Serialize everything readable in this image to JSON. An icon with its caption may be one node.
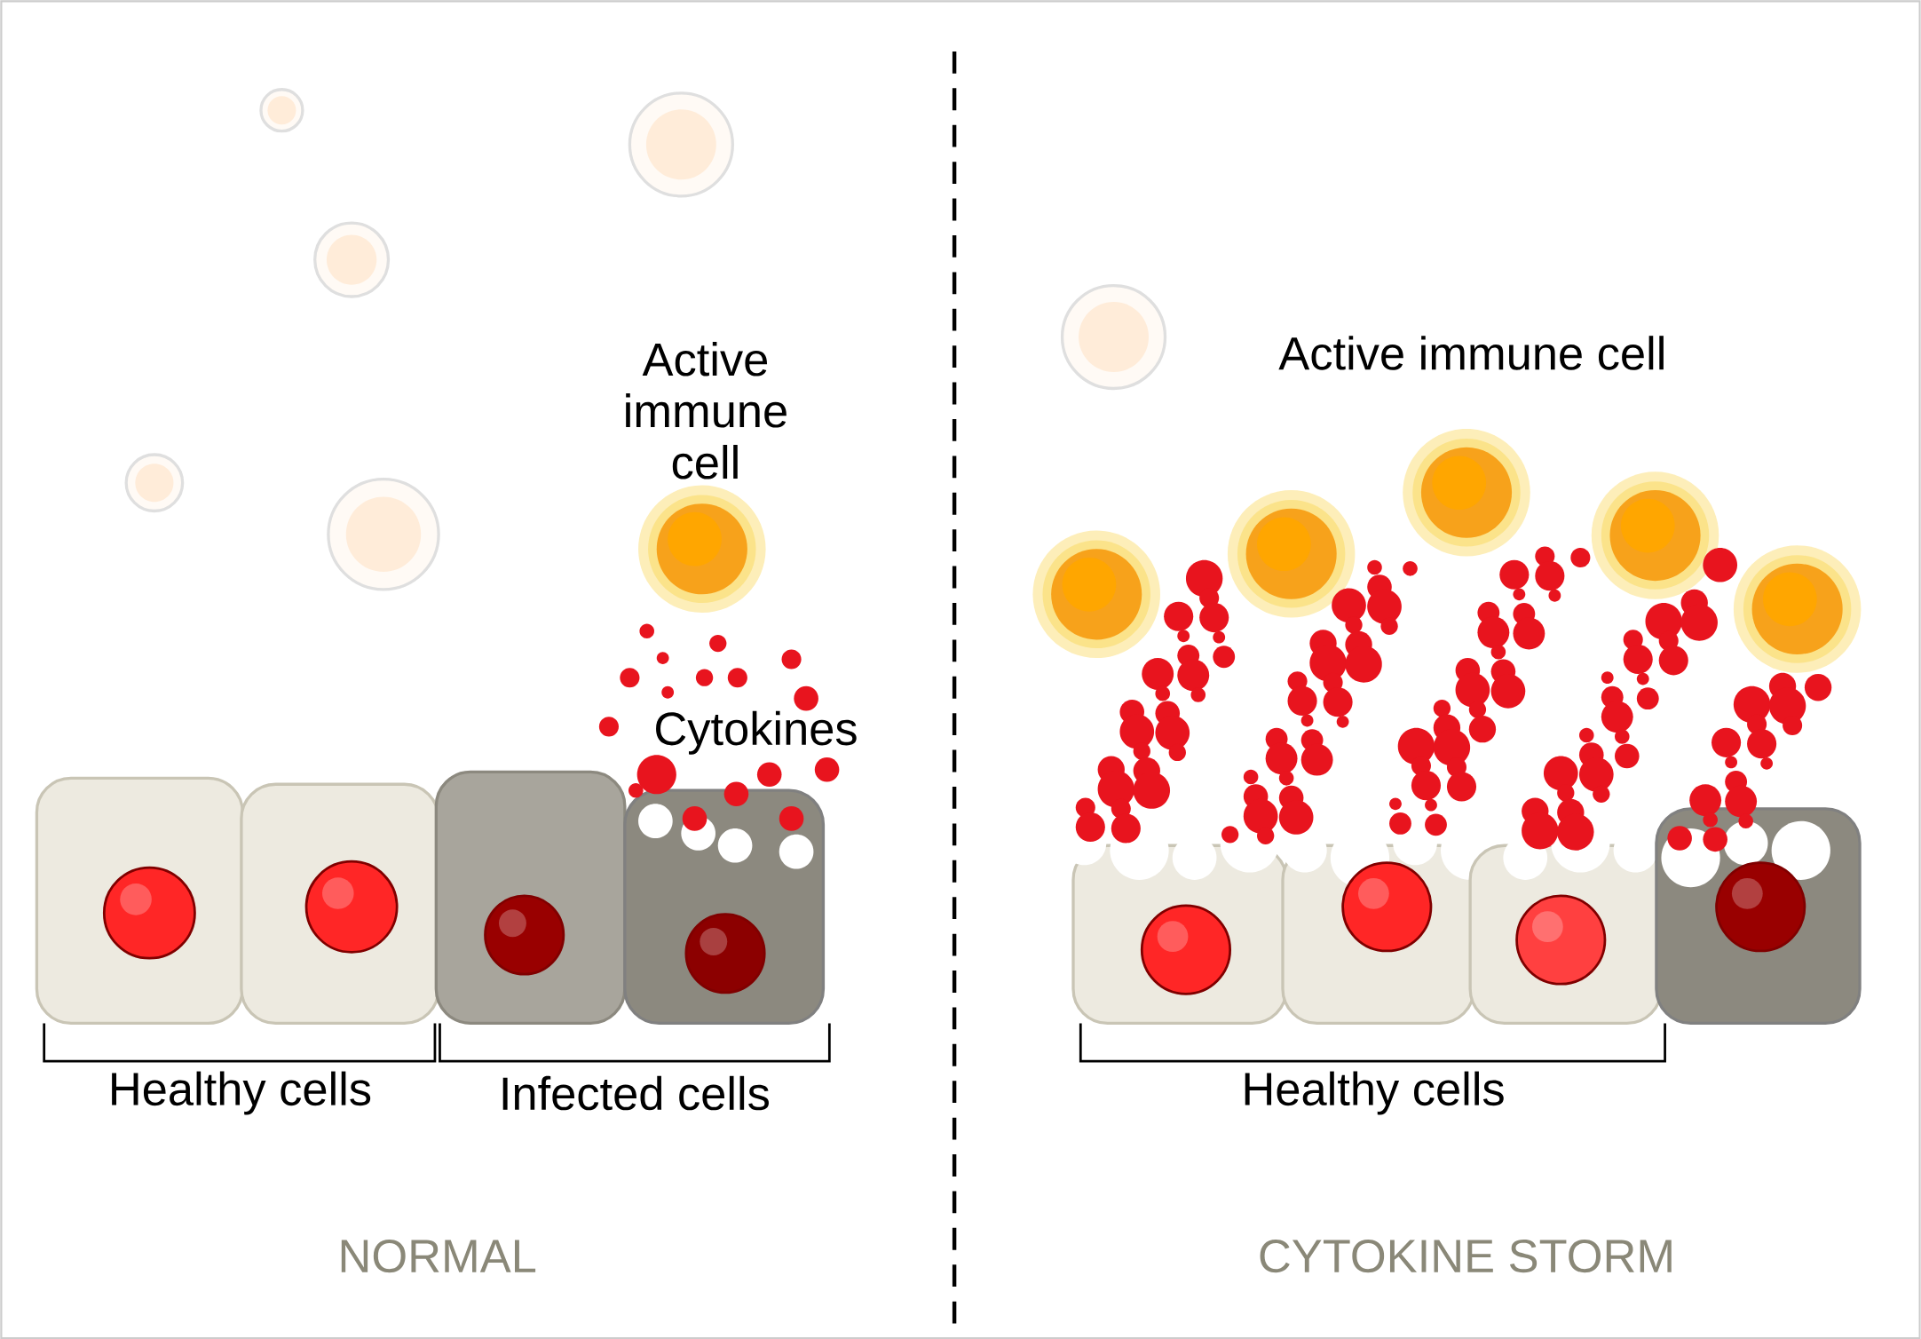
{
  "diagram": {
    "labels": [
      "Active immune cell",
      "Cytokines",
      "Healthy cells",
      "Infected cells",
      "NORMAL",
      "Active immune cell",
      "Healthy cells",
      "CYTOKINE STORM"
    ]
  }
}
